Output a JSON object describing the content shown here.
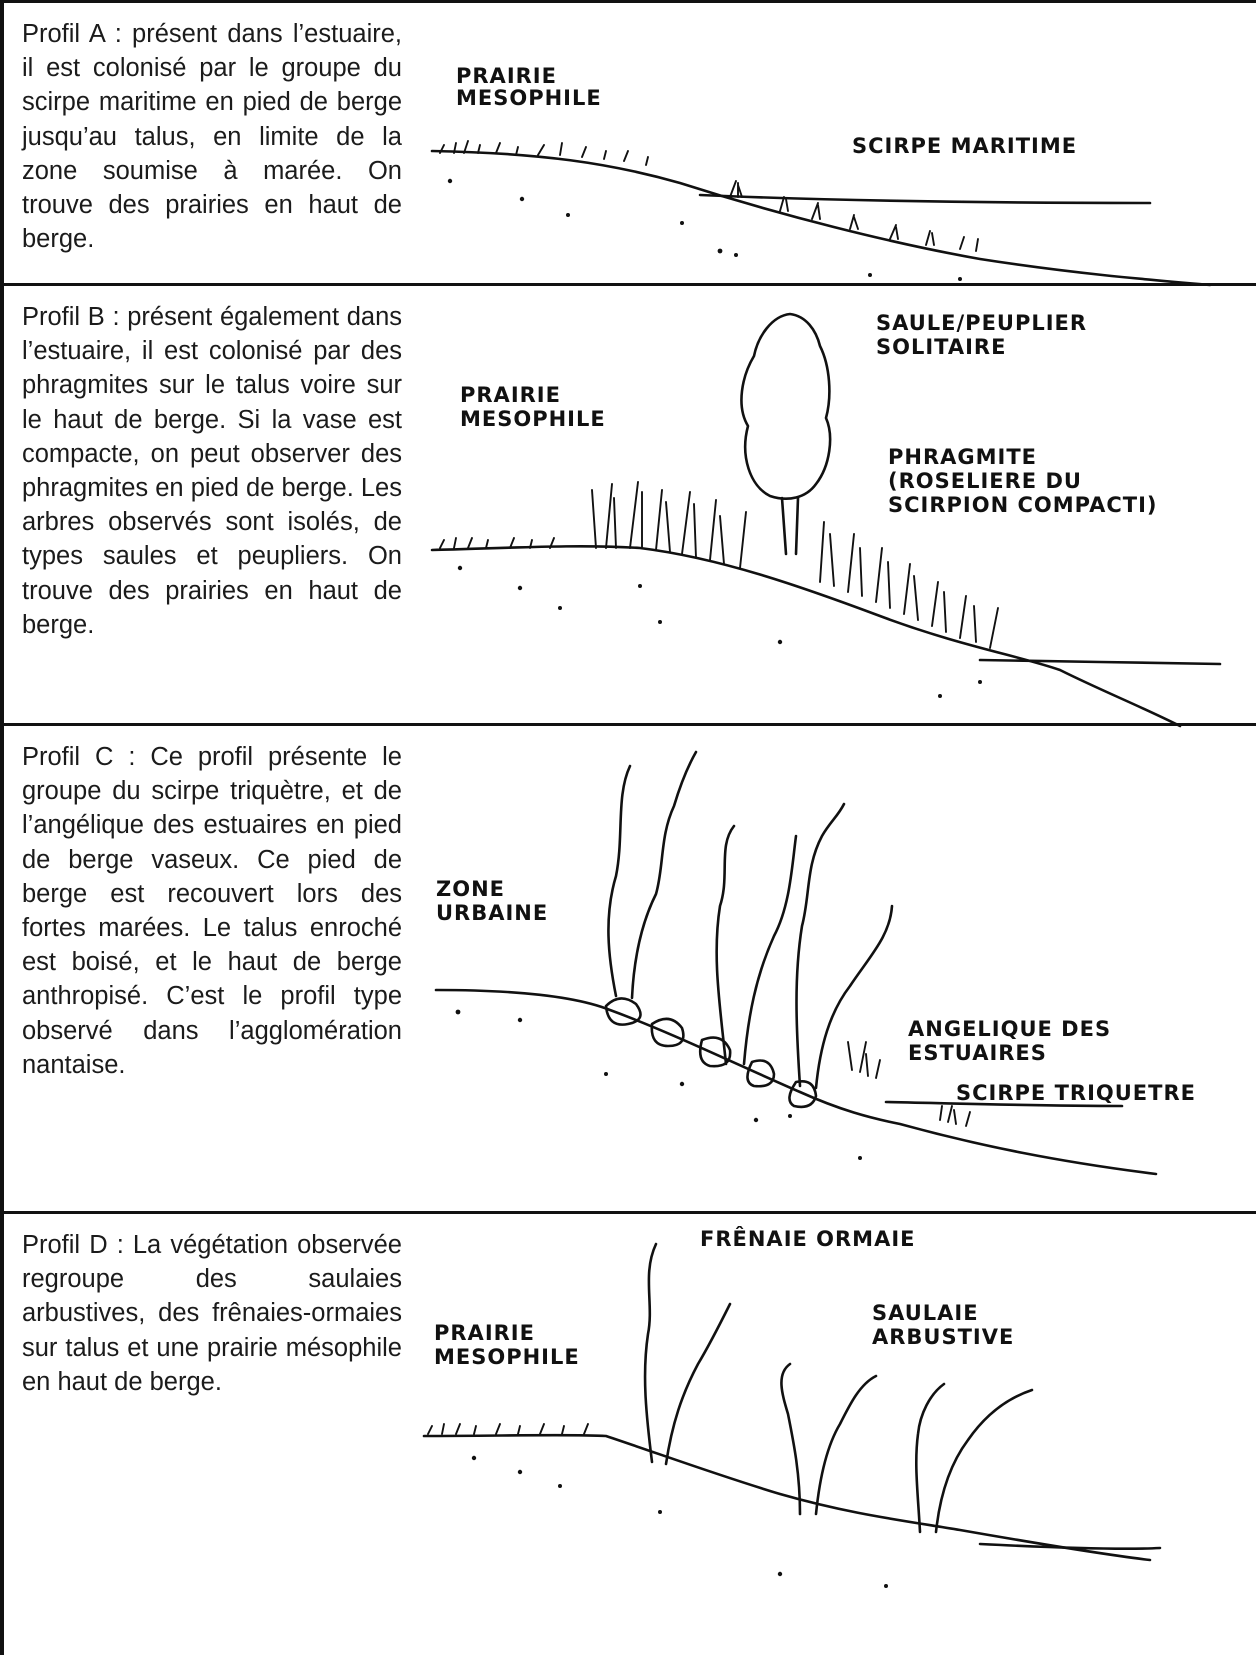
{
  "profiles": [
    {
      "id": "A",
      "text": "Profil A : présent dans l’estuaire, il est colonisé par le groupe du scirpe maritime en pied de berge jusqu’au talus, en limite de la zone soumise à marée. On trouve des prairies en haut de berge.",
      "labels": {
        "prairie": "PRAIRIE",
        "prairie2": "MESOPHILE",
        "scirpe": "SCIRPE MARITIME"
      }
    },
    {
      "id": "B",
      "text": "Profil B : présent également dans l’estuaire, il est colonisé par des phragmites sur le talus voire sur le haut de berge. Si la vase est compacte, on peut observer des phragmites en pied de berge. Les arbres observés sont isolés, de types saules et peupliers. On trouve des prairies en haut de berge.",
      "labels": {
        "saule": "SAULE/PEUPLIER",
        "saule2": "SOLITAIRE",
        "prairie": "PRAIRIE",
        "prairie2": "MESOPHILE",
        "phrag": "PHRAGMITE",
        "phrag2": "(ROSELIERE DU",
        "phrag3": "SCIRPION COMPACTI)"
      }
    },
    {
      "id": "C",
      "text": "Profil C : Ce profil présente le groupe du scirpe triquètre, et de l’angélique des estuaires en pied de berge vaseux. Ce pied de berge est recouvert lors des fortes marées. Le talus enroché est boisé, et le haut de berge anthropisé. C’est le profil type observé dans l’agglomération nantaise.",
      "labels": {
        "zone": "ZONE",
        "zone2": "URBAINE",
        "angel": "ANGELIQUE DES",
        "angel2": "ESTUAIRES",
        "scirpe": "SCIRPE TRIQUETRE"
      }
    },
    {
      "id": "D",
      "text": "Profil D : La végétation observée regroupe des saulaies arbustives, des frênaies-ormaies sur talus et une prairie mésophile en haut de berge.",
      "labels": {
        "frenaie": "FRÊNAIE ORMAIE",
        "prairie": "PRAIRIE",
        "prairie2": "MESOPHILE",
        "saulaie": "SAULAIE",
        "saulaie2": "ARBUSTIVE"
      }
    }
  ]
}
